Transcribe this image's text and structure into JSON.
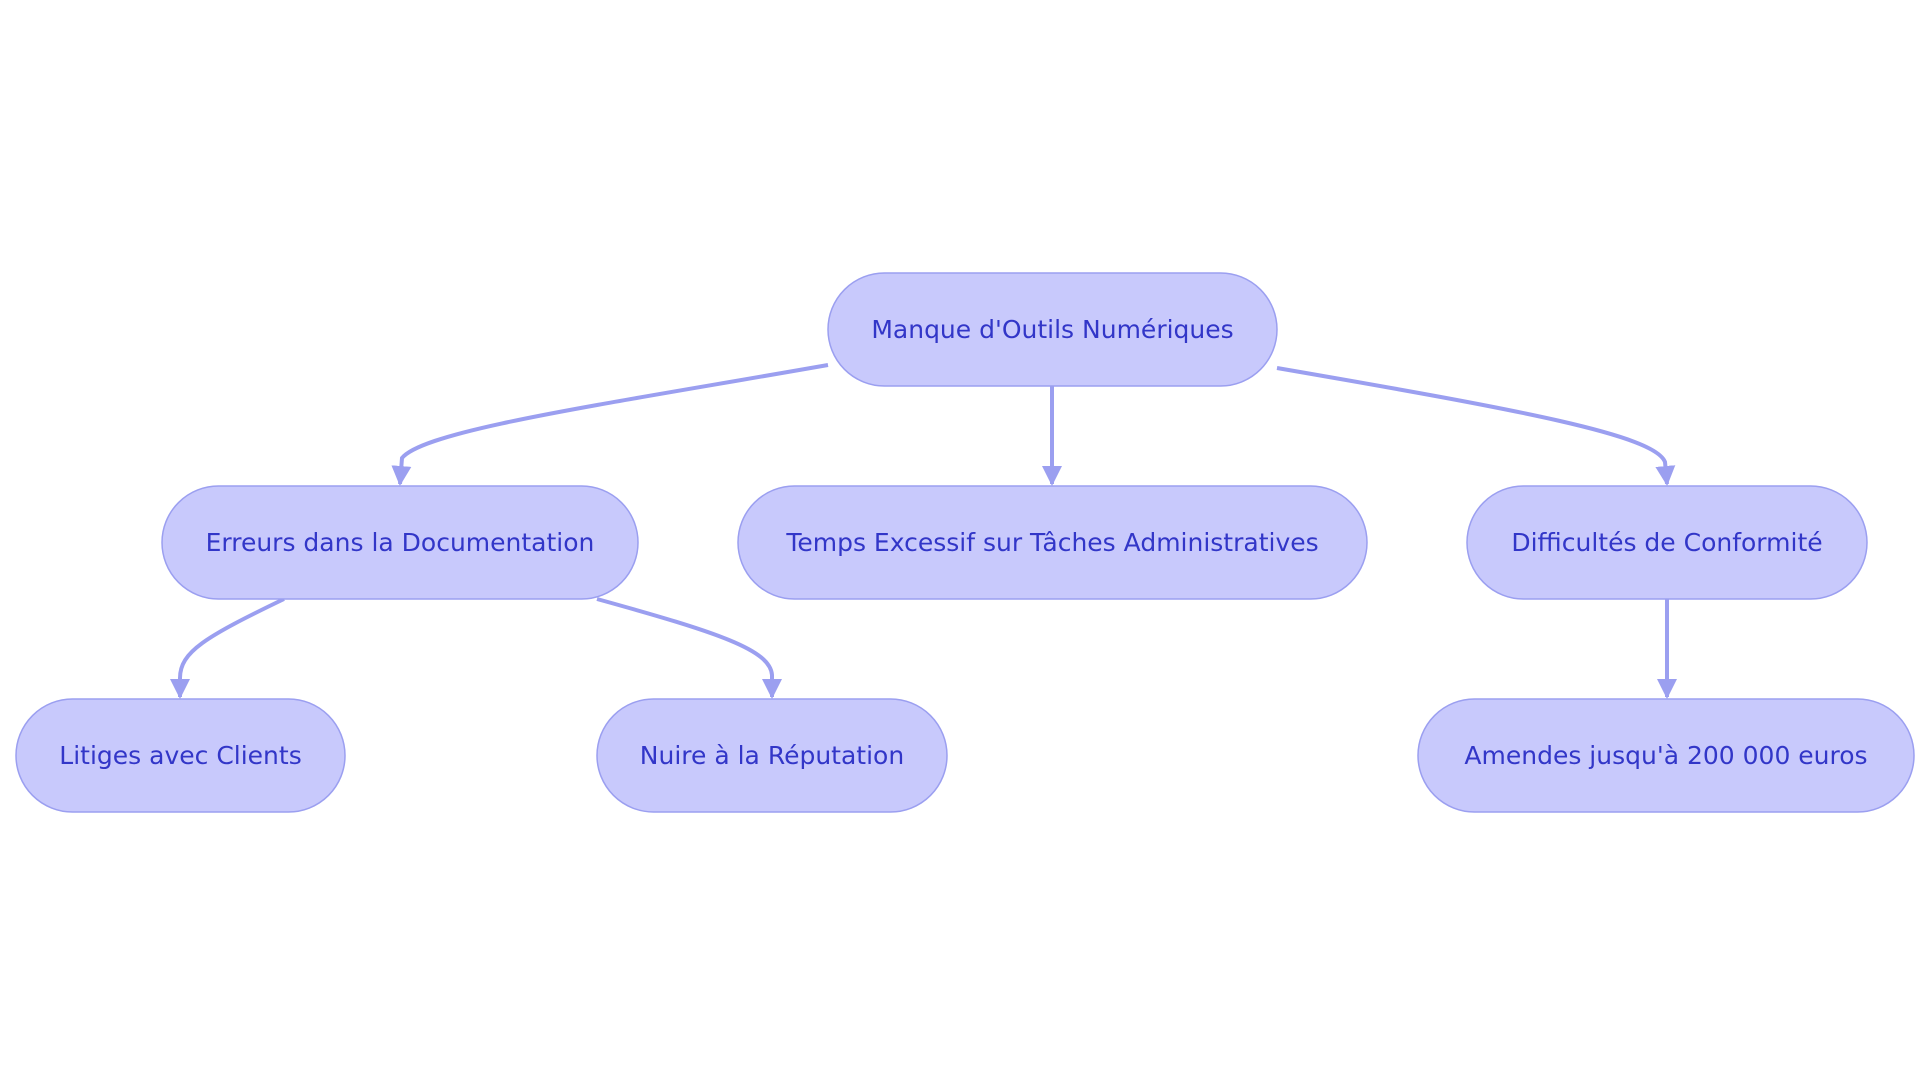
{
  "diagram": {
    "colors": {
      "node_fill": "#c8c9fc",
      "node_border": "#9b9ff0",
      "node_text": "#3236c8",
      "edge": "#9b9ff0"
    },
    "nodes": {
      "root": "Manque d'Outils Numériques",
      "errors": "Erreurs dans la Documentation",
      "time": "Temps Excessif sur Tâches Administratives",
      "compliance": "Difficultés de Conformité",
      "disputes": "Litiges avec Clients",
      "reputation": "Nuire à la Réputation",
      "fines": "Amendes jusqu'à 200 000 euros"
    },
    "edges": [
      {
        "from": "root",
        "to": "errors"
      },
      {
        "from": "root",
        "to": "time"
      },
      {
        "from": "root",
        "to": "compliance"
      },
      {
        "from": "errors",
        "to": "disputes"
      },
      {
        "from": "errors",
        "to": "reputation"
      },
      {
        "from": "compliance",
        "to": "fines"
      }
    ]
  }
}
